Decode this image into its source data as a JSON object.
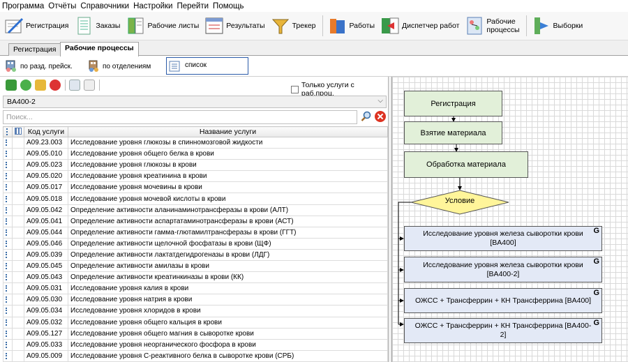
{
  "menu": [
    "Программа",
    "Отчёты",
    "Справочники",
    "Настройки",
    "Перейти",
    "Помощь"
  ],
  "toolbar": [
    {
      "name": "registration",
      "label": "Регистрация",
      "icon": "pencil-form-icon"
    },
    {
      "name": "orders",
      "label": "Заказы",
      "icon": "document-list-icon"
    },
    {
      "name": "worksheets",
      "label": "Рабочие листы",
      "icon": "worksheet-icon"
    },
    {
      "name": "results",
      "label": "Результаты",
      "icon": "results-icon"
    },
    {
      "name": "tracker",
      "label": "Трекер",
      "icon": "funnel-icon"
    },
    {
      "name": "works",
      "label": "Работы",
      "icon": "books-icon"
    },
    {
      "name": "dispatcher",
      "label": "Диспетчер работ",
      "icon": "dispatcher-icon"
    },
    {
      "name": "workprocesses",
      "label": "Рабочие\nпроцессы",
      "icon": "process-icon"
    },
    {
      "name": "selections",
      "label": "Выборки",
      "icon": "selection-arrow-icon"
    }
  ],
  "tabs": [
    {
      "label": "Регистрация",
      "active": false
    },
    {
      "label": "Рабочие процессы",
      "active": true
    }
  ],
  "subbar": {
    "by_prescriptions": "по разд. прейск.",
    "by_departments": "по отделениям",
    "list_label": "список"
  },
  "filter": {
    "only_services": "Только услуги с раб.проц.",
    "combo_value": "BA400-2",
    "search_placeholder": "Поиск..."
  },
  "table": {
    "headers": [
      "Код услуги",
      "Название услуги"
    ],
    "rows": [
      [
        "A09.23.003",
        "Исследование уровня глюкозы в спинномозговой жидкости"
      ],
      [
        "A09.05.010",
        "Исследование уровня общего белка в крови"
      ],
      [
        "A09.05.023",
        "Исследование уровня глюкозы в крови"
      ],
      [
        "A09.05.020",
        "Исследование уровня креатинина в крови"
      ],
      [
        "A09.05.017",
        "Исследование уровня мочевины в крови"
      ],
      [
        "A09.05.018",
        "Исследование уровня мочевой кислоты в крови"
      ],
      [
        "A09.05.042",
        "Определение активности аланинаминотрансферазы в крови (АЛТ)"
      ],
      [
        "A09.05.041",
        "Определение активности аспартатаминотрансферазы в крови (АСТ)"
      ],
      [
        "A09.05.044",
        "Определение активности гамма-глютамилтрансферазы в крови (ГГТ)"
      ],
      [
        "A09.05.046",
        "Определение активности щелочной фосфатазы в крови (ЩФ)"
      ],
      [
        "A09.05.039",
        "Определение активности лактатдегидрогеназы в крови (ЛДГ)"
      ],
      [
        "A09.05.045",
        "Определение активности амилазы в крови"
      ],
      [
        "A09.05.043",
        "Определение активности креатинкиназы в крови (КК)"
      ],
      [
        "A09.05.031",
        "Исследование уровня калия в крови"
      ],
      [
        "A09.05.030",
        "Исследование уровня натрия в крови"
      ],
      [
        "A09.05.034",
        "Исследование уровня хлоридов в крови"
      ],
      [
        "A09.05.032",
        "Исследование уровня общего кальция в крови"
      ],
      [
        "A09.05.127",
        "Исследование уровня общего магния в сыворотке крови"
      ],
      [
        "A09.05.033",
        "Исследование уровня неорганического фосфора в крови"
      ],
      [
        "A09.05.009",
        "Исследование уровня С-реактивного белка в сыворотке крови (СРБ)"
      ]
    ]
  },
  "diagram": {
    "steps": [
      "Регистрация",
      "Взятие материала",
      "Обработка материала"
    ],
    "condition": "Условие",
    "services": [
      {
        "text": "Исследование уровня железа сыворотки крови [BA400]",
        "badge": "G"
      },
      {
        "text": "Исследование уровня железа сыворотки крови [BA400-2]",
        "badge": "G"
      },
      {
        "text": "ОЖСС +  Трансферрин + КН Трансферрина [BA400]",
        "badge": "G"
      },
      {
        "text": "ОЖСС +  Трансферрин + КН Трансферрина [BA400-2]",
        "badge": "G"
      }
    ]
  },
  "colors": {
    "step_fill": "#e2f0d9",
    "condition_fill": "#fff59a",
    "service_fill": "#e3e9f6"
  }
}
